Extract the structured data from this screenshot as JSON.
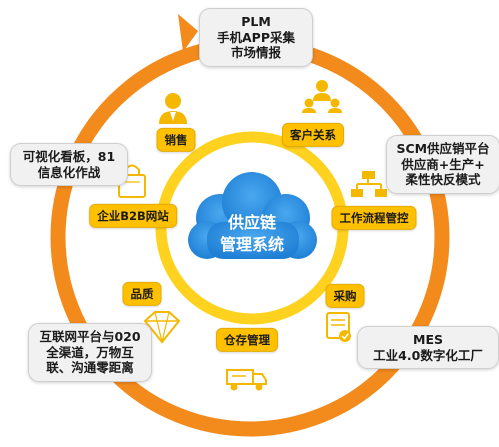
{
  "colors": {
    "ring": "#f28a1c",
    "inner_ring": "#ffd21f",
    "pill": "#ffc000",
    "cloud": "#2d8fe0",
    "box_bg": "#f1f1f1"
  },
  "center": {
    "lines": [
      "供应链",
      "管理系统"
    ]
  },
  "modules": [
    {
      "id": "sales",
      "label": "销售",
      "icon": "salesperson-icon"
    },
    {
      "id": "crm",
      "label": "客户关系",
      "icon": "people-network-icon"
    },
    {
      "id": "workflow",
      "label": "工作流程管控",
      "icon": "org-chart-icon"
    },
    {
      "id": "purchase",
      "label": "采购",
      "icon": "document-check-icon"
    },
    {
      "id": "warehouse",
      "label": "仓存管理",
      "icon": "shipping-truck-icon"
    },
    {
      "id": "quality",
      "label": "品质",
      "icon": "diamond-icon"
    },
    {
      "id": "b2b",
      "label": "企业B2B网站",
      "icon": "shopping-bag-icon"
    }
  ],
  "outer_boxes": [
    {
      "id": "plm",
      "lines": [
        "PLM",
        "手机APP采集",
        "市场情报"
      ]
    },
    {
      "id": "scm",
      "lines": [
        "SCM供应销平台",
        "供应商+生产+",
        "柔性快反模式"
      ]
    },
    {
      "id": "mes",
      "lines": [
        "MES",
        "工业4.0数字化工厂"
      ]
    },
    {
      "id": "internet",
      "lines": [
        "互联网平台与020",
        "全渠道，万物互",
        "联、沟通零距离"
      ]
    },
    {
      "id": "dashboard",
      "lines": [
        "可视化看板，81",
        "信息化作战"
      ]
    }
  ]
}
